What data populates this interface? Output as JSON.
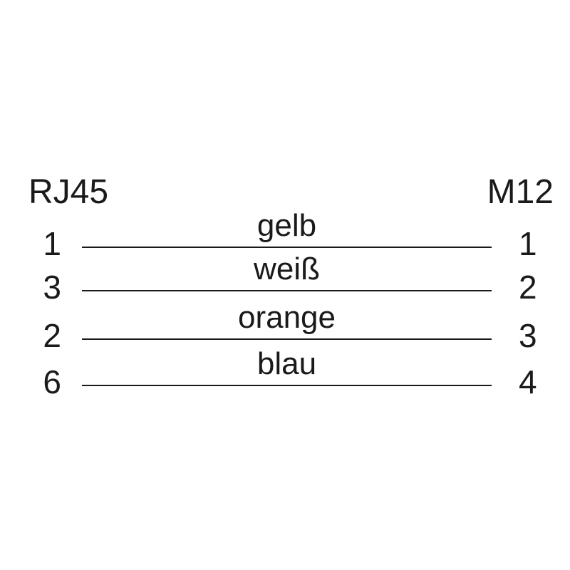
{
  "diagram": {
    "left_connector": "RJ45",
    "right_connector": "M12",
    "rows": [
      {
        "left_pin": "1",
        "wire": "gelb",
        "right_pin": "1"
      },
      {
        "left_pin": "3",
        "wire": "weiß",
        "right_pin": "2"
      },
      {
        "left_pin": "2",
        "wire": "orange",
        "right_pin": "3"
      },
      {
        "left_pin": "6",
        "wire": "blau",
        "right_pin": "4"
      }
    ],
    "line_color": "#1a1a1a",
    "text_color": "#1a1a1a",
    "background_color": "#ffffff"
  }
}
